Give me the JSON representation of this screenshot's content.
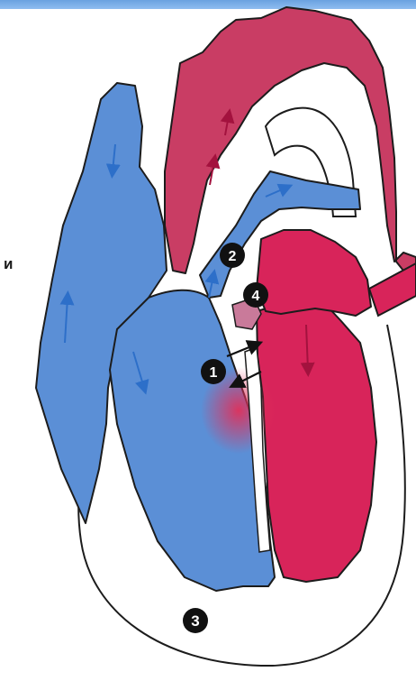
{
  "side_label": "и",
  "markers": [
    "1",
    "2",
    "3",
    "4"
  ],
  "colors": {
    "deoxygenated_blood": "#5b8fd6",
    "oxygenated_blood": "#d8245a",
    "aorta": "#c93d64",
    "outline": "#1c1c1c",
    "top_bar": "#7fb0ea"
  },
  "icons": [
    "flow-arrow-icon"
  ]
}
